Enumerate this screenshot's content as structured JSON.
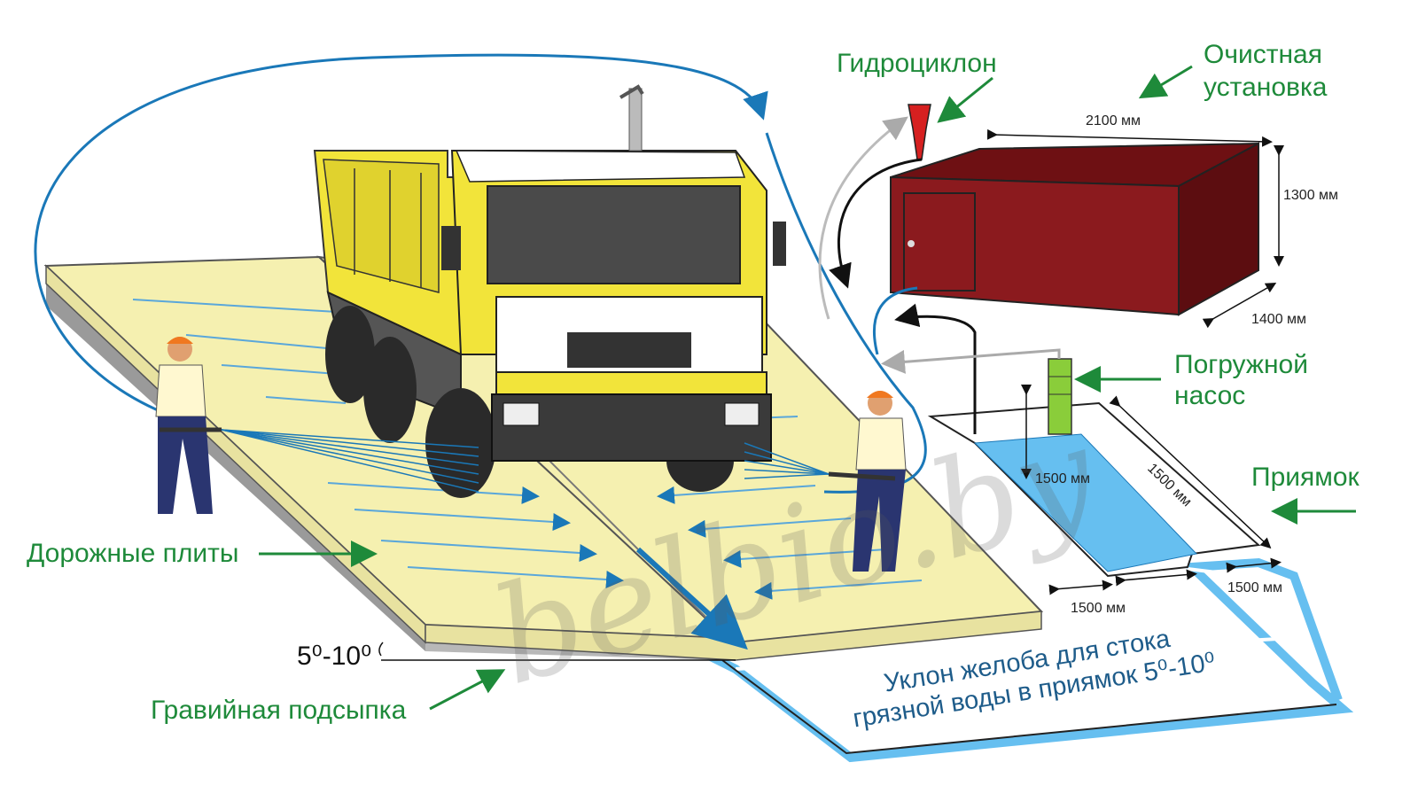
{
  "labels": {
    "hydrocyclone": "Гидроциклон",
    "treatment_line1": "Очистная",
    "treatment_line2": "установка",
    "pump_line1": "Погружной",
    "pump_line2": "насос",
    "pit": "Приямок",
    "road_slabs": "Дорожные плиты",
    "gravel": "Гравийная подсыпка",
    "slope_angle": "5⁰-10⁰",
    "chute_line1": "Уклон желоба для стока",
    "chute_line2": "грязной воды в приямок 5⁰-10⁰"
  },
  "dimensions": {
    "box_length": "2100 мм",
    "box_height": "1300 мм",
    "box_depth": "1400 мм",
    "pit_depth": "1500 мм",
    "pit_length": "1500 мм",
    "channel_width_left": "1500 мм",
    "channel_width_right": "1500 мм"
  },
  "watermark": "belbio.by",
  "colors": {
    "label_green": "#1e8a3a",
    "water_blue": "#1a78b8",
    "pit_water": "#66bff0",
    "slab_yellow": "#f5f0b0",
    "box_red": "#8b1a1e",
    "truck_yellow": "#f2e43a"
  }
}
